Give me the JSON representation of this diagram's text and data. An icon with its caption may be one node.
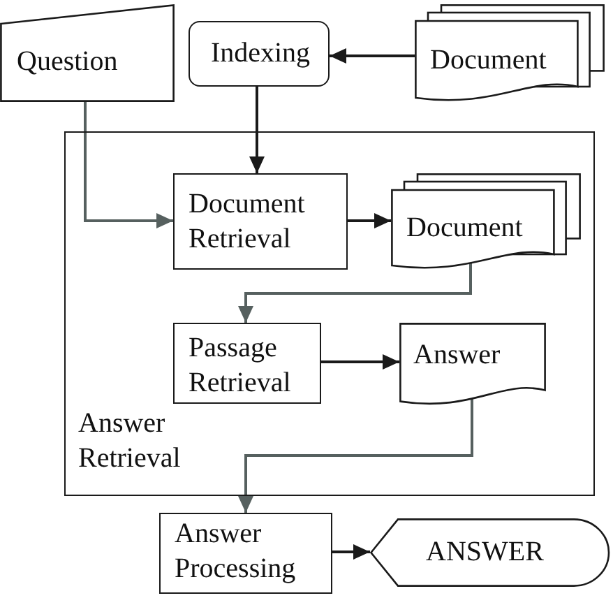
{
  "diagram": {
    "nodes": [
      {
        "text": [
          "Question"
        ]
      },
      {
        "text": [
          "Indexing"
        ]
      },
      {
        "text": [
          "Document"
        ]
      },
      {
        "text": [
          "Answer Retrieval"
        ]
      },
      {
        "text": [
          "Document Retrieval"
        ],
        "in": 3
      },
      {
        "text": [
          "Document"
        ],
        "in": 3
      },
      {
        "text": [
          "Passage Retrieval"
        ],
        "in": 3
      },
      {
        "text": [
          "Answer"
        ],
        "in": 3
      },
      {
        "text": [
          "Answer Processing"
        ]
      },
      {
        "text": [
          "ANSWER"
        ]
      }
    ],
    "edges": [
      {
        "from": 2,
        "to": 1,
        "arrow": "to"
      },
      {
        "from": 1,
        "to": 4,
        "arrow": "to"
      },
      {
        "from": 0,
        "to": 4,
        "arrow": "to",
        "color": "#56605f"
      },
      {
        "from": 4,
        "to": 5,
        "arrow": "to"
      },
      {
        "from": 5,
        "to": 6,
        "arrow": "to",
        "color": "#56605f"
      },
      {
        "from": 6,
        "to": 7,
        "arrow": "to"
      },
      {
        "from": 7,
        "to": 8,
        "arrow": "to",
        "color": "#56605f"
      },
      {
        "from": 8,
        "to": 9,
        "arrow": "to"
      }
    ]
  }
}
